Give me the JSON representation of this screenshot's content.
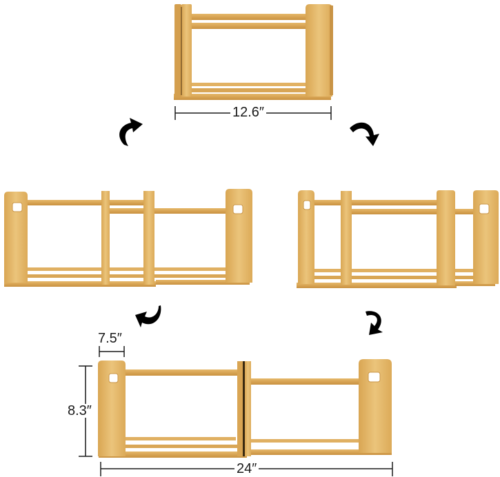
{
  "image": {
    "subject": "Expandable bamboo desktop bookshelf shown in four configurations",
    "colors": {
      "background": "#ffffff",
      "wood_light": "#e9bf72",
      "wood_mid": "#d9a653",
      "wood_dark": "#c18a3a",
      "wood_edge": "#b07a2e",
      "arrow": "#000000",
      "dimension_line": "#1a1a1a"
    }
  },
  "configurations": [
    {
      "id": "collapsed",
      "position": "top-center",
      "panels": 2
    },
    {
      "id": "partly-extended-left",
      "position": "middle-left",
      "panels": 4
    },
    {
      "id": "partly-extended-right",
      "position": "middle-right",
      "panels": 4
    },
    {
      "id": "fully-extended",
      "position": "bottom-center",
      "panels": 3
    }
  ],
  "dimensions": {
    "collapsed_width": "12.6″",
    "panel_depth": "7.5″",
    "height": "8.3″",
    "extended_width": "24″"
  },
  "arrows": [
    {
      "name": "curved-arrow-top-left",
      "direction": "clockwise"
    },
    {
      "name": "curved-arrow-top-right",
      "direction": "clockwise"
    },
    {
      "name": "curved-arrow-bottom-left",
      "direction": "clockwise"
    },
    {
      "name": "curved-arrow-bottom-right",
      "direction": "clockwise"
    }
  ]
}
